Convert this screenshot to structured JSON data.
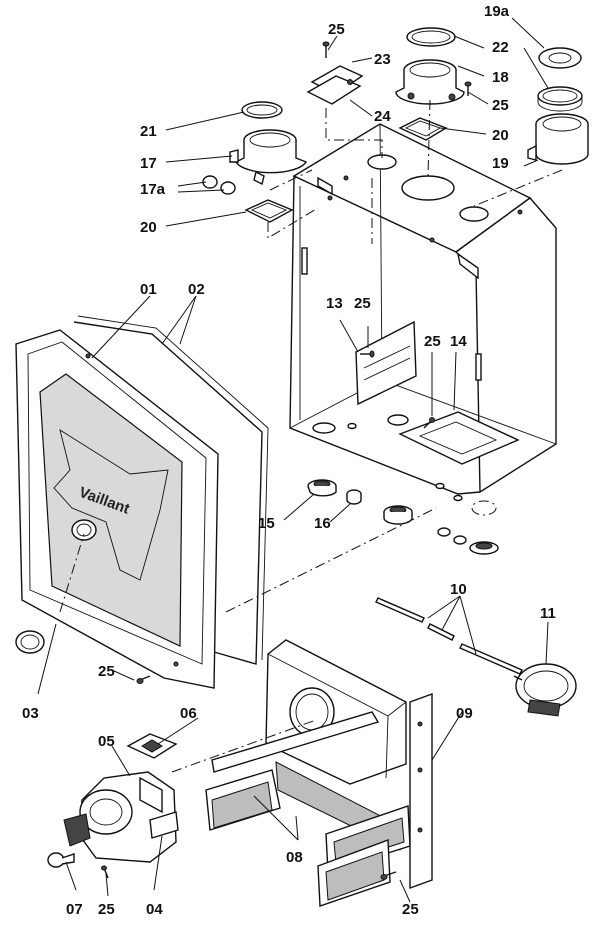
{
  "diagram": {
    "brand_text": "Vaillant",
    "labels": {
      "p25_top": "25",
      "p23": "23",
      "p24": "24",
      "p19a": "19a",
      "p22": "22",
      "p18": "18",
      "p25_upper": "25",
      "p20_right": "20",
      "p19": "19",
      "p21": "21",
      "p17": "17",
      "p17a": "17a",
      "p20_left": "20",
      "p01": "01",
      "p02": "02",
      "p13": "13",
      "p25_mid": "25",
      "p25_mid2": "25",
      "p14": "14",
      "p15": "15",
      "p16": "16",
      "p10": "10",
      "p11": "11",
      "p25_low": "25",
      "p03": "03",
      "p06": "06",
      "p05": "05",
      "p09": "09",
      "p08": "08",
      "p07": "07",
      "p25_bottom": "25",
      "p04": "04",
      "p25_bottom2": "25"
    }
  }
}
